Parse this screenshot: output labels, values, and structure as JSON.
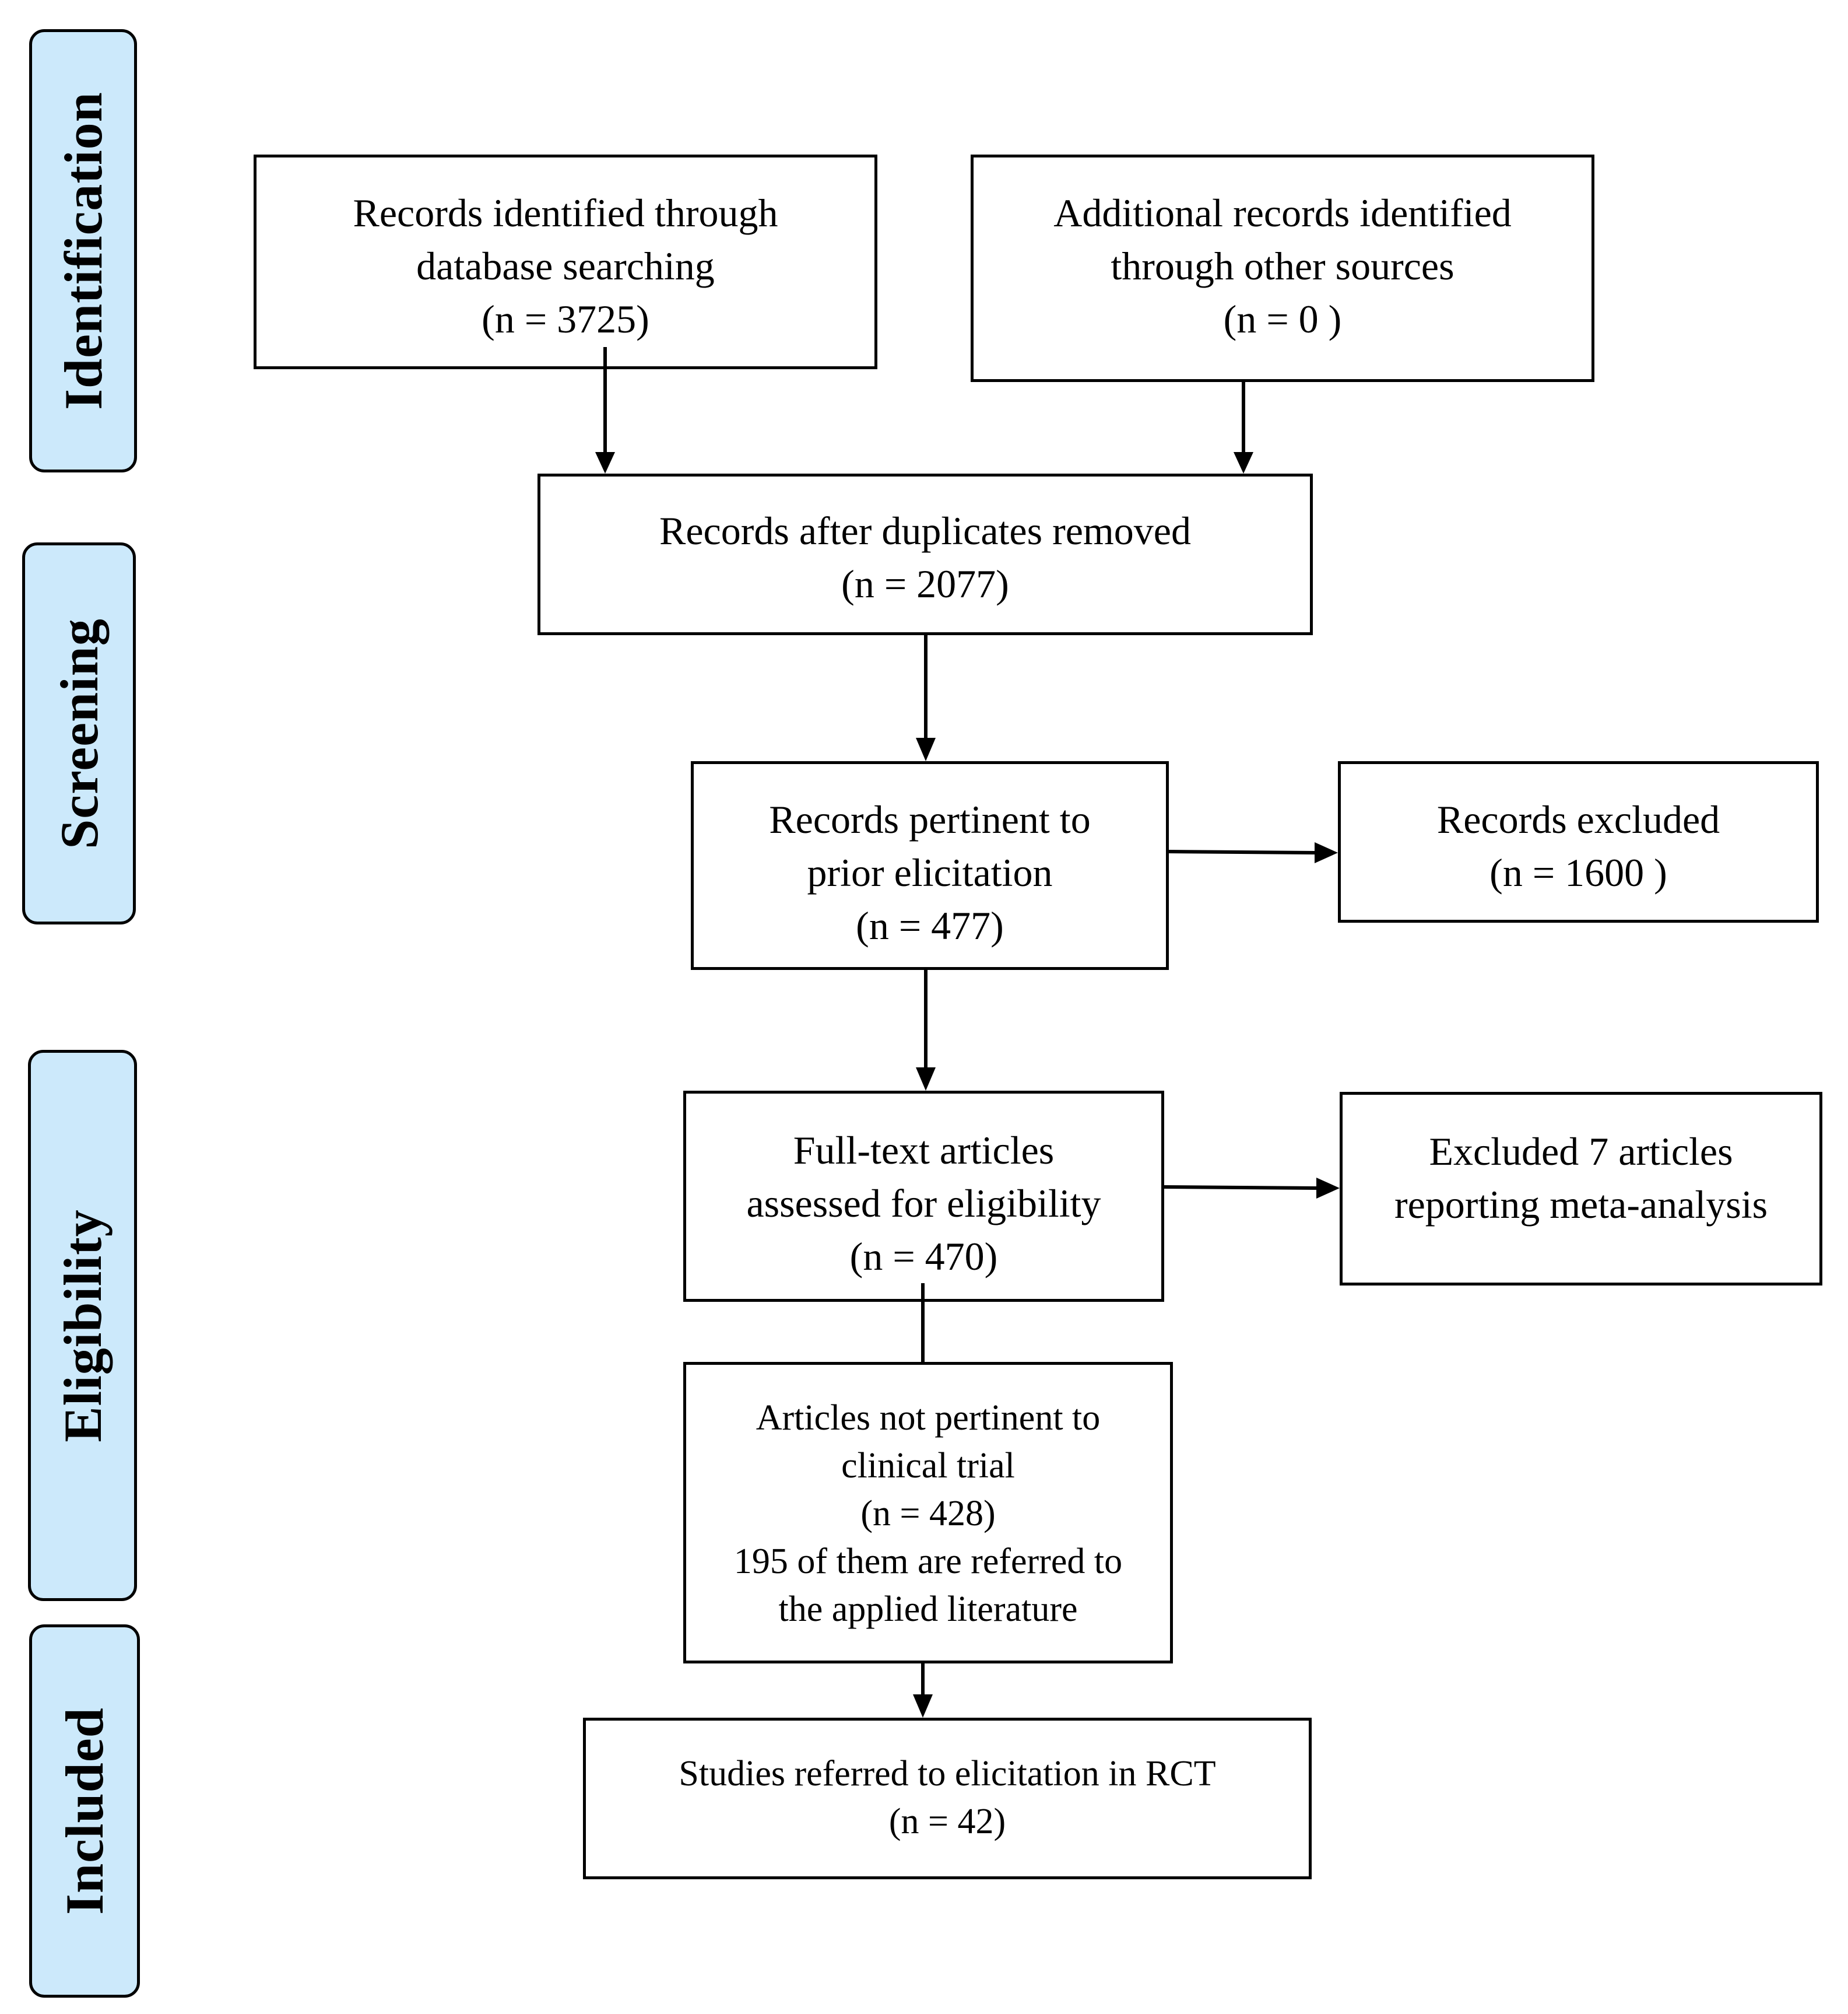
{
  "stages": [
    {
      "id": "identification",
      "label": "Identification"
    },
    {
      "id": "screening",
      "label": "Screening"
    },
    {
      "id": "eligibility",
      "label": "Eligibility"
    },
    {
      "id": "included",
      "label": "Included"
    }
  ],
  "boxes": {
    "database_search": {
      "lines": [
        "Records identified through",
        "database searching",
        "(n =  3725)"
      ]
    },
    "other_sources": {
      "lines": [
        "Additional records identified",
        "through other sources",
        "(n = 0 )"
      ]
    },
    "duplicates_removed": {
      "lines": [
        "Records after duplicates removed",
        "(n = 2077)"
      ]
    },
    "pertinent": {
      "lines": [
        "Records pertinent to",
        "prior elicitation",
        "(n =  477)"
      ]
    },
    "excluded": {
      "lines": [
        "Records excluded",
        "(n =  1600 )"
      ]
    },
    "full_text": {
      "lines": [
        "Full-text articles",
        "assessed for eligibility",
        "(n =  470)"
      ]
    },
    "meta_analysis": {
      "lines": [
        "Excluded 7 articles",
        "reporting meta-analysis"
      ]
    },
    "not_pertinent": {
      "lines": [
        "Articles not pertinent to",
        "clinical trial",
        "(n = 428)",
        "195 of them are referred to",
        "the applied literature"
      ]
    },
    "included_studies": {
      "lines": [
        "Studies referred to elicitation in RCT",
        "(n =  42)"
      ]
    }
  },
  "colors": {
    "stage_fill": "#cce9fb",
    "stroke": "#000000",
    "box_fill": "#ffffff"
  }
}
